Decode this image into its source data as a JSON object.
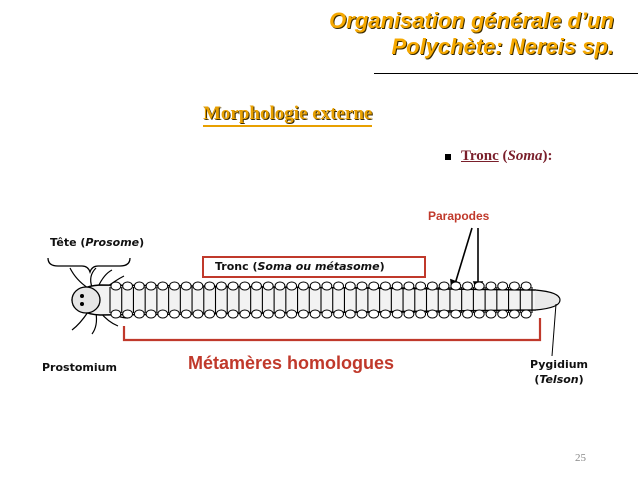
{
  "title": {
    "line1": "Organisation générale d’un",
    "line2": "Polychète: Nereis sp."
  },
  "section": "Morphologie externe",
  "bullet": {
    "term": "Tronc",
    "open": " (",
    "latin": "Soma",
    "close": "):"
  },
  "figure": {
    "parapodes": "Parapodes",
    "tete": "Tête",
    "prosome": "Prosome",
    "tronc_box": "Tronc",
    "soma_ou": "Soma ou",
    "metasome": "métasome",
    "prostomium": "Prostomium",
    "pygidium": "Pygidium",
    "telson": "Telson",
    "metameres": "Métamères homologues"
  },
  "slide_number": "25",
  "colors": {
    "title_gold": "#F5A800",
    "accent_red": "#C0392B",
    "bullet_term": "#7A1F2B"
  }
}
